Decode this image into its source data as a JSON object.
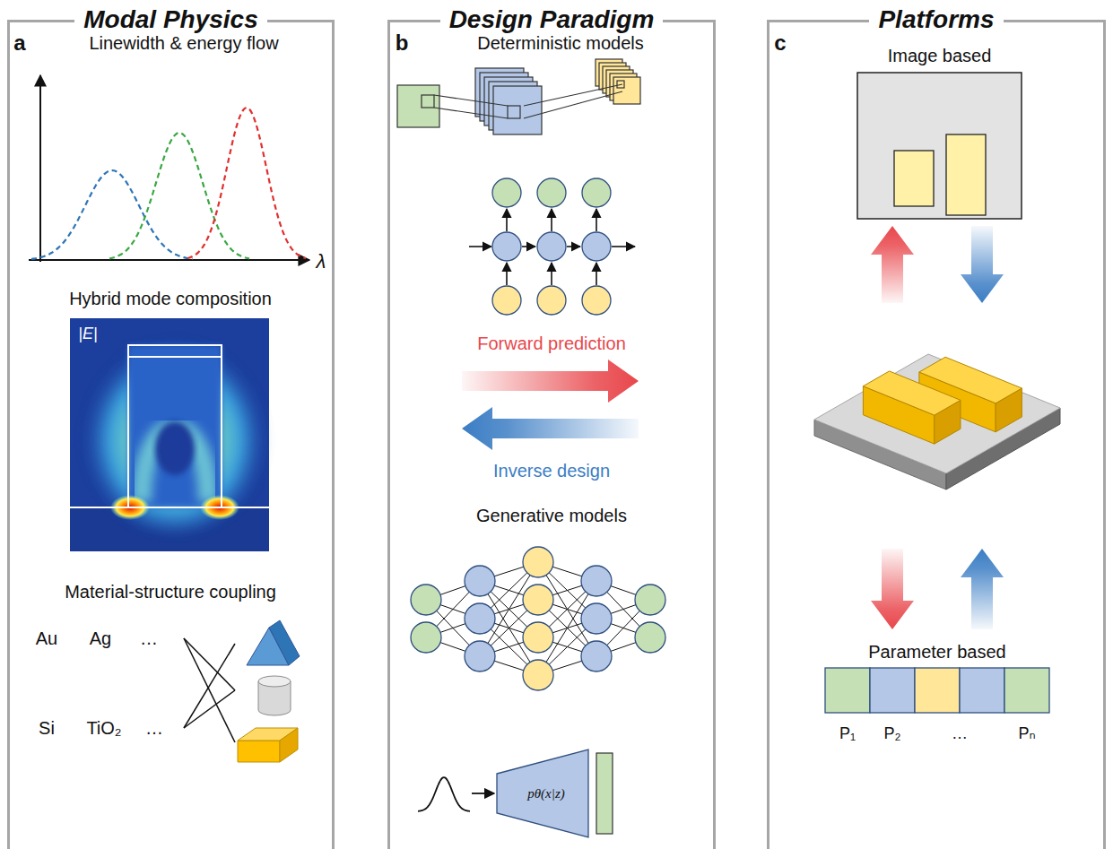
{
  "diagram": {
    "nodes": [
      {
        "text": [
          "Modal Physics"
        ]
      },
      {
        "text": [
          "Design Paradigm"
        ]
      },
      {
        "text": [
          "Platforms"
        ]
      },
      {
        "text": [
          "pθ(x|z)"
        ],
        "in": 1
      },
      {
        "text": [
          "Image based"
        ],
        "in": 2
      },
      {
        "text": [
          "Parameter based"
        ],
        "in": 2
      }
    ],
    "labels": [
      "a",
      "Linewidth & energy flow",
      "λ",
      "Hybrid mode composition",
      "|E|",
      "Material-structure coupling",
      "Au",
      "Ag",
      "…",
      "Si",
      "TiO₂",
      "…",
      "b",
      "Deterministic models",
      "Forward prediction",
      "Inverse design",
      "Generative models",
      "c",
      "P₁",
      "P₂",
      "…",
      "Pₙ"
    ]
  }
}
